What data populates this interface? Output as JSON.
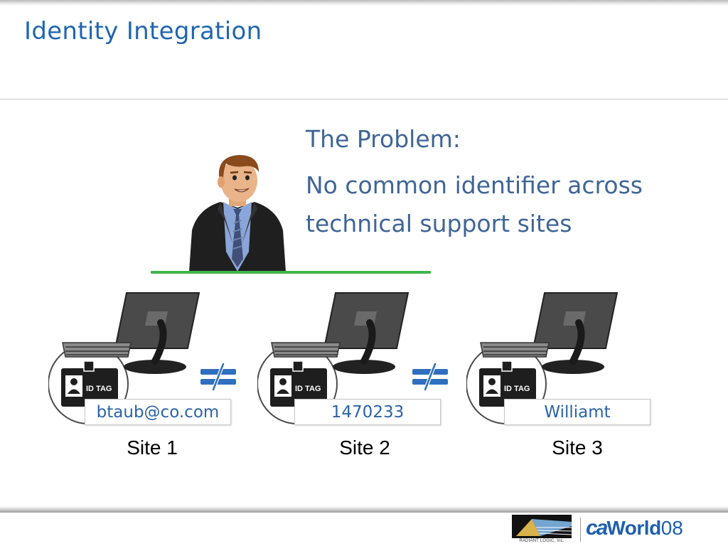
{
  "slide": {
    "title": "Identity Integration",
    "problem_heading": "The Problem:",
    "problem_text": "No common identifier across technical support sites"
  },
  "sites": [
    {
      "identifier": "btaub@co.com",
      "label": "Site 1"
    },
    {
      "identifier": "1470233",
      "label": "Site 2"
    },
    {
      "identifier": "Williamt",
      "label": "Site 3"
    }
  ],
  "badge_text": "ID TAG",
  "footer": {
    "radiant_logo_text": "RADIANT LOGIC, Inc.",
    "event_logo": {
      "ca": "ca",
      "world": "World",
      "year": "08"
    }
  },
  "icons": {
    "person": "businessman-illustration-icon",
    "computer": "computer-monitor-keyboard-icon",
    "badge": "id-tag-badge-icon",
    "not_equal": "not-equal-icon"
  },
  "colors": {
    "title": "#1f66b0",
    "body_text": "#3f6596",
    "connector_line": "#3db54a",
    "identifier_text": "#2a63a8",
    "not_equal_bars": "#2f6fbf"
  }
}
